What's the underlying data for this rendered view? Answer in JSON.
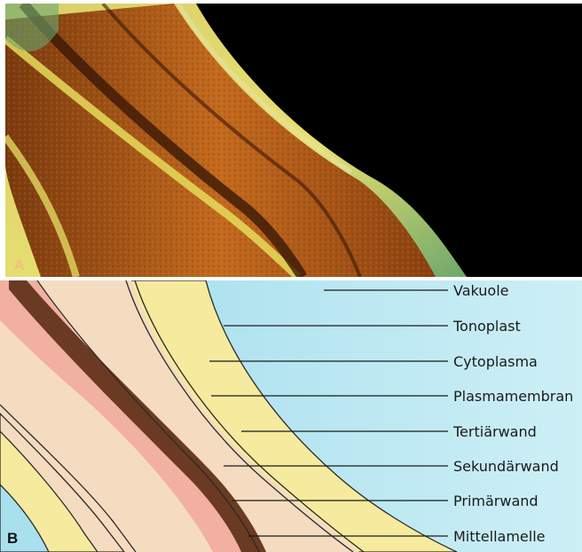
{
  "panel_a": {
    "label": "A"
  },
  "panel_b": {
    "label": "B",
    "labels": [
      {
        "id": "vakuole",
        "text": "Vakuole"
      },
      {
        "id": "tonoplast",
        "text": "Tonoplast"
      },
      {
        "id": "cytoplasma",
        "text": "Cytoplasma"
      },
      {
        "id": "plasmamembran",
        "text": "Plasmamembran"
      },
      {
        "id": "tertiaerwand",
        "text": "Tertiärwand"
      },
      {
        "id": "sekundaerwand",
        "text": "Sekundärwand"
      },
      {
        "id": "primaerwand",
        "text": "Primärwand"
      },
      {
        "id": "mittellamelle",
        "text": "Mittellamelle"
      }
    ]
  },
  "colors": {
    "vacuole": "#a8e0ee",
    "cytoplasm": "#f6ea9e",
    "wall": "#f5dcc0",
    "primary_wall": "#f2b0a2",
    "middle_lamella": "#6b3a22",
    "outline": "#2a2a2a"
  }
}
